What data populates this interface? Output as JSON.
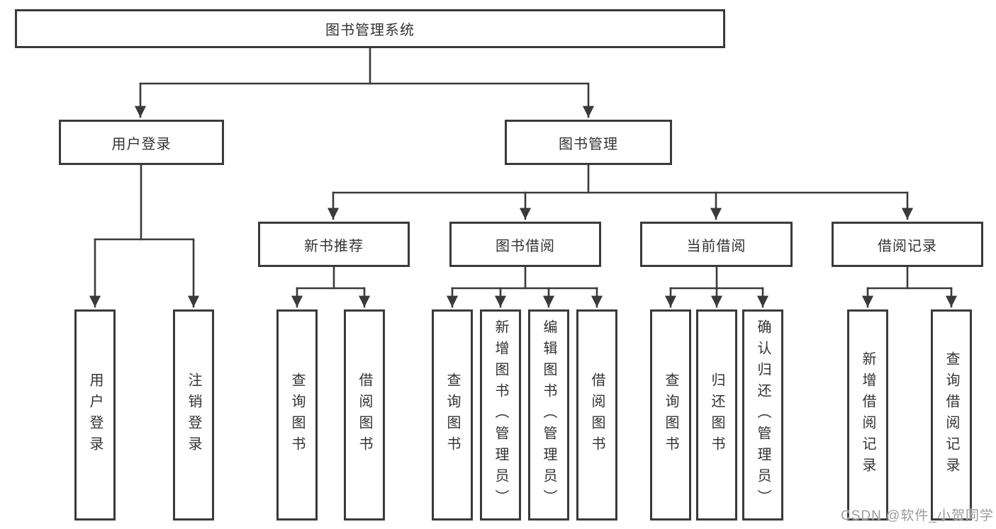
{
  "tree": {
    "root": {
      "label": "图书管理系统"
    },
    "login": {
      "label": "用户登录",
      "leaves": [
        {
          "label": "用户登录"
        },
        {
          "label": "注销登录"
        }
      ]
    },
    "management": {
      "label": "图书管理",
      "groups": [
        {
          "label": "新书推荐",
          "leaves": [
            {
              "label": "查询图书"
            },
            {
              "label": "借阅图书"
            }
          ]
        },
        {
          "label": "图书借阅",
          "leaves": [
            {
              "label": "查询图书"
            },
            {
              "label": "新增图书（管理员）"
            },
            {
              "label": "编辑图书（管理员）"
            },
            {
              "label": "借阅图书"
            }
          ]
        },
        {
          "label": "当前借阅",
          "leaves": [
            {
              "label": "查询图书"
            },
            {
              "label": "归还图书"
            },
            {
              "label": "确认归还（管理员）"
            }
          ]
        },
        {
          "label": "借阅记录",
          "leaves": [
            {
              "label": "新增借阅记录"
            },
            {
              "label": "查询借阅记录"
            }
          ]
        }
      ]
    }
  },
  "watermark": {
    "text": "CSDN @软件_小贺同学"
  },
  "colors": {
    "line": "#3a3a3a",
    "box_border": "#3a3a3a",
    "text": "#333333",
    "watermark": "#9c9c9c",
    "background": "#ffffff"
  }
}
